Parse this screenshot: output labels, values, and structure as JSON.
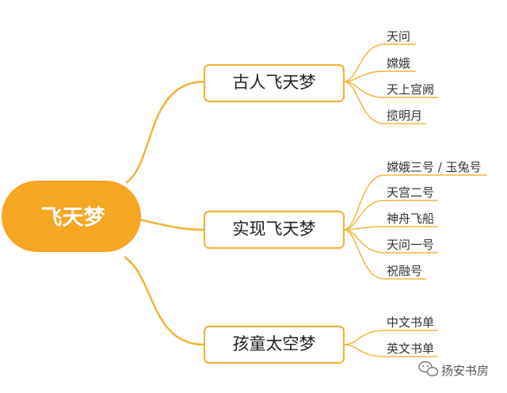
{
  "root": {
    "label": "飞天梦"
  },
  "branches": [
    {
      "label": "古人飞天梦",
      "leaves": [
        "天问",
        "嫦娥",
        "天上宫阙",
        "揽明月"
      ]
    },
    {
      "label": "实现飞天梦",
      "leaves": [
        "嫦娥三号 / 玉兔号",
        "天宫二号",
        "神舟飞船",
        "天问一号",
        "祝融号"
      ]
    },
    {
      "label": "孩童太空梦",
      "leaves": [
        "中文书单",
        "英文书单"
      ]
    }
  ],
  "watermark": {
    "text": "扬安书房",
    "icon": "wechat-icon"
  },
  "colors": {
    "accent": "#f5a623",
    "line": "#f2b63c",
    "border": "#f0b43d",
    "text": "#222222"
  }
}
